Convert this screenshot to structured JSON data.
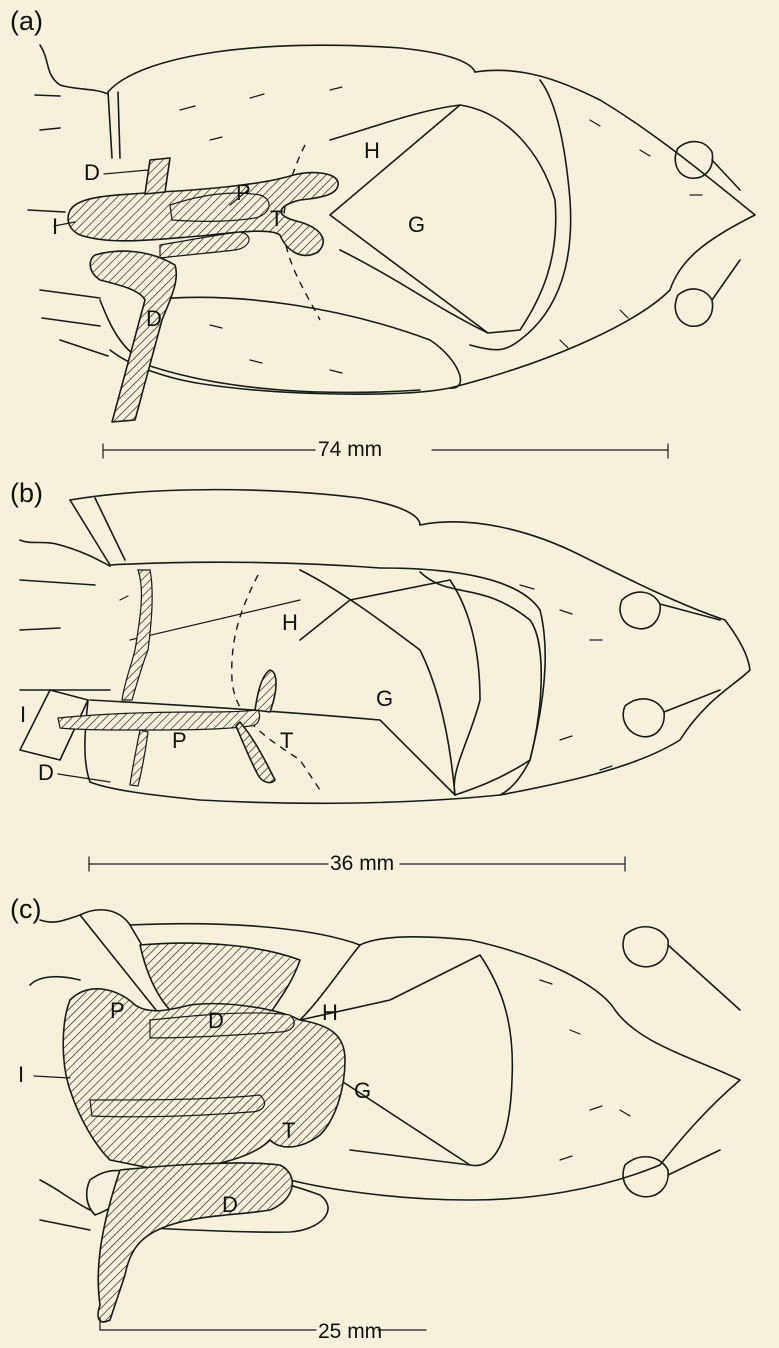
{
  "colors": {
    "background": "#f5f1dc",
    "ink": "#1a1a1a"
  },
  "panels": [
    {
      "panel_label": "(a)",
      "scale_label": "74 mm",
      "labels": {
        "H": "H",
        "G": "G",
        "P": "P",
        "T": "T",
        "I": "I",
        "D_upper": "D",
        "D_lower": "D"
      }
    },
    {
      "panel_label": "(b)",
      "scale_label": "36 mm",
      "labels": {
        "H": "H",
        "G": "G",
        "P": "P",
        "T": "T",
        "I": "I",
        "D": "D"
      }
    },
    {
      "panel_label": "(c)",
      "scale_label": "25 mm",
      "labels": {
        "H": "H",
        "G": "G",
        "P": "P",
        "T": "T",
        "I": "I",
        "D_upper": "D",
        "D_lower": "D"
      }
    }
  ]
}
